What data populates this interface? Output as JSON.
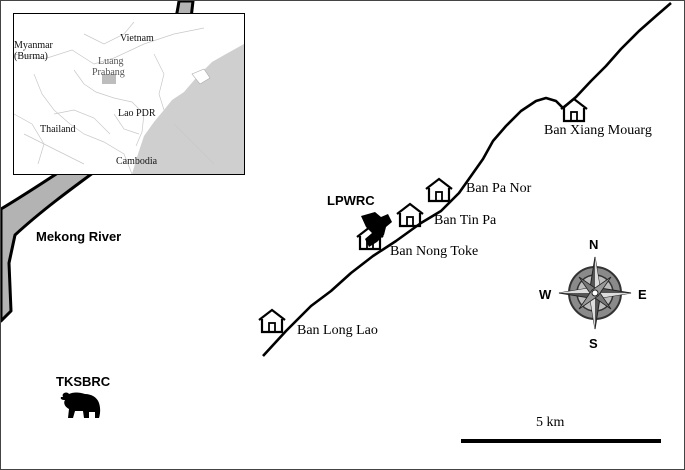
{
  "map": {
    "river_label": "Mekong River",
    "villages": [
      {
        "id": "ban-xiang-mouarg",
        "label": "Ban Xiang Mouarg"
      },
      {
        "id": "ban-pa-nor",
        "label": "Ban Pa Nor"
      },
      {
        "id": "ban-tin-pa",
        "label": "Ban Tin Pa"
      },
      {
        "id": "ban-nong-toke",
        "label": "Ban Nong Toke"
      },
      {
        "id": "ban-long-lao",
        "label": "Ban Long Lao"
      }
    ],
    "facilities": [
      {
        "id": "lpwrc",
        "label": "LPWRC"
      },
      {
        "id": "tksbrc",
        "label": "TKSBRC",
        "icon": "bear-icon"
      }
    ],
    "compass": {
      "n": "N",
      "s": "S",
      "e": "E",
      "w": "W"
    },
    "scale": {
      "label": "5 km"
    },
    "inset": {
      "labels": {
        "myanmar": "Myanmar",
        "burma": "(Burma)",
        "vietnam": "Vietnam",
        "luang": "Luang",
        "prabang": "Prabang",
        "laos": "Lao PDR",
        "thailand": "Thailand",
        "cambodia": "Cambodia"
      }
    },
    "colors": {
      "river": "#b3b3b3",
      "ink": "#000000",
      "inset_sea": "#cfcfcf",
      "inset_border": "#d0d0d0"
    }
  }
}
